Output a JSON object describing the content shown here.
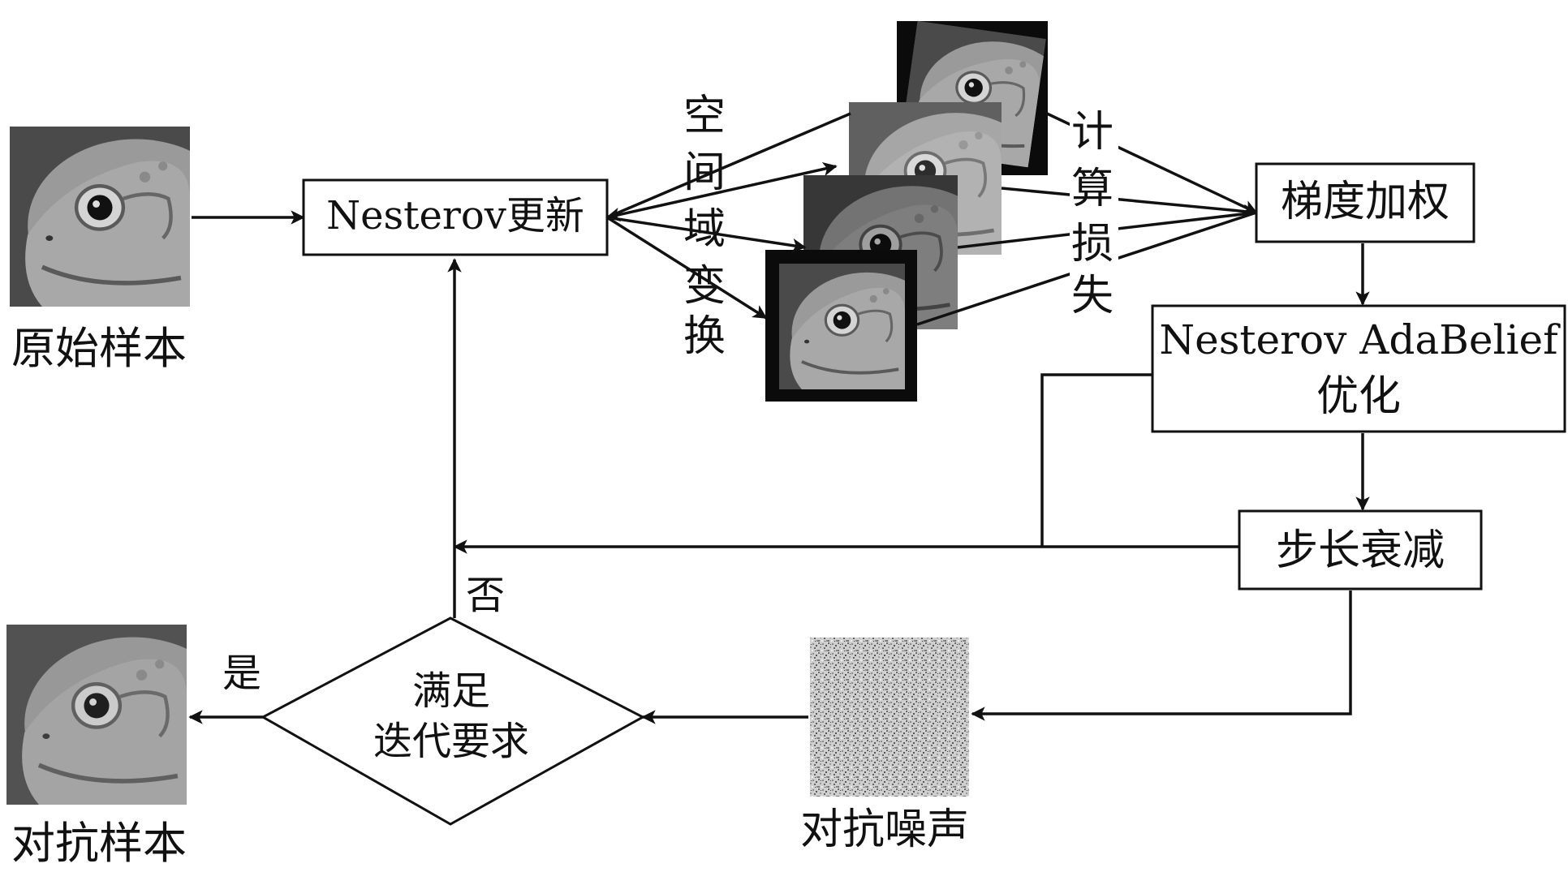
{
  "original_sample_label": "原始样本",
  "adversarial_sample_label": "对抗样本",
  "adversarial_noise_label": "对抗噪声",
  "nesterov_update_label": "Nesterov更新",
  "spatial_transform_label": [
    "空",
    "间",
    "域",
    "变",
    "换"
  ],
  "compute_loss_label": [
    "计",
    "算",
    "损",
    "失"
  ],
  "gradient_weighting_label": "梯度加权",
  "optimizer_label_line1": "Nesterov AdaBelief",
  "optimizer_label_line2": "优化",
  "step_decay_label": "步长衰减",
  "condition_line1": "满足",
  "condition_line2": "迭代要求",
  "yes_label": "是",
  "no_label": "否"
}
